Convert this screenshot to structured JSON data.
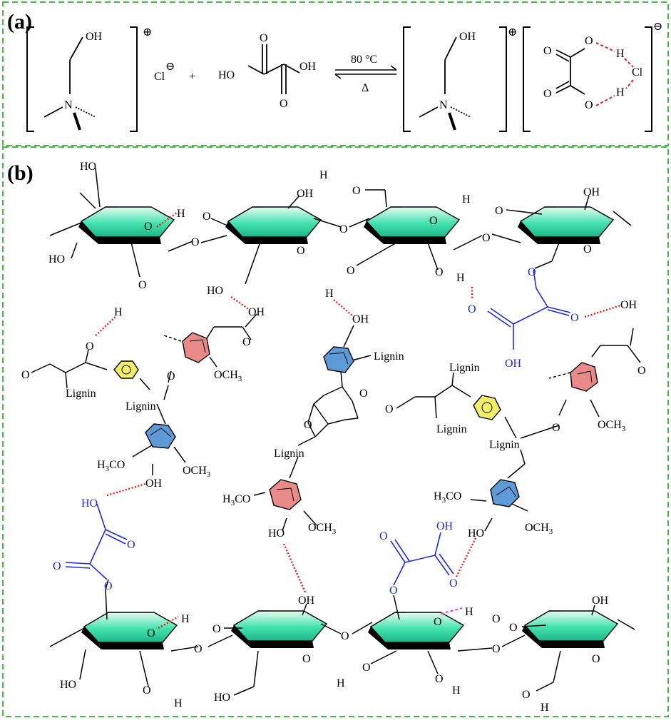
{
  "panel_a": {
    "label": "(a)",
    "oh": "OH",
    "n": "N",
    "plus": "⊕",
    "minus": "⊖",
    "cl": "Cl",
    "add": "+",
    "ho": "HO",
    "o": "O",
    "h": "H",
    "temp": "80 °C",
    "delta": "Δ"
  },
  "panel_b": {
    "label": "(b)",
    "ho": "HO",
    "oh": "OH",
    "o": "O",
    "h": "H",
    "lignin": "Lignin",
    "och3": "OCH",
    "h3co": "H",
    "h3co_tail": "CO",
    "three": "3"
  },
  "colors": {
    "frame": "#47b847",
    "hbond": "#e12020",
    "hbond_pink": "#e040b0",
    "oxalic": "#1e2bd6",
    "ring_yellow": "#f1ef6a",
    "ring_red": "#e88a8a",
    "ring_blue": "#5f9ad8",
    "glucose_top": "#c8f5e2",
    "glucose_mid": "#3ee0a8"
  }
}
